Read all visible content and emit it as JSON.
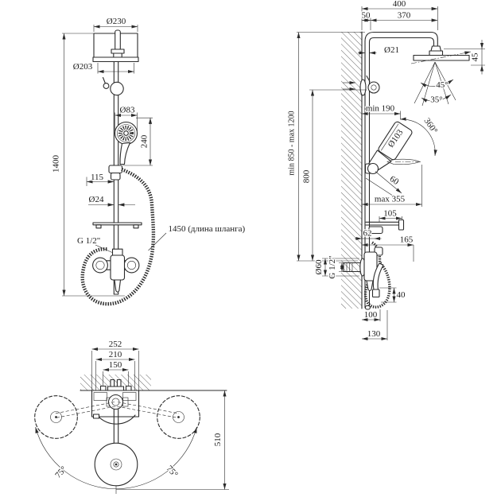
{
  "meta": {
    "background_color": "#ffffff",
    "line_color": "#2b2b2b",
    "description": "Technical dimensional drawing of a shower column system: front view, side view and plan (swivel) view"
  },
  "drawing": {
    "front": {
      "d230": "Ø230",
      "d203": "Ø203",
      "d83": "Ø83",
      "len240": "240",
      "h1400": "1400",
      "len115": "115",
      "d24": "Ø24",
      "thread": "G 1/2\"",
      "hose1450": "1450 (длина шланга)"
    },
    "side": {
      "w400": "400",
      "w50": "50",
      "w370": "370",
      "d21": "Ø21",
      "drop45": "45",
      "a45": "45°",
      "a35": "35°",
      "min190": "min 190",
      "rot360": "360°",
      "d103": "Ø103",
      "off60": "60",
      "max355": "max 355",
      "w105": "105",
      "w62": "62",
      "w165": "165",
      "d60": "Ø60",
      "thread": "G 1/2\"",
      "range": "min 850 - max 1200",
      "h800": "800",
      "v40": "40",
      "w100": "100",
      "w130": "130"
    },
    "plan": {
      "w252": "252",
      "w210": "210",
      "w150": "150",
      "h510": "510",
      "a75L": "75°",
      "a75R": "75°"
    }
  }
}
